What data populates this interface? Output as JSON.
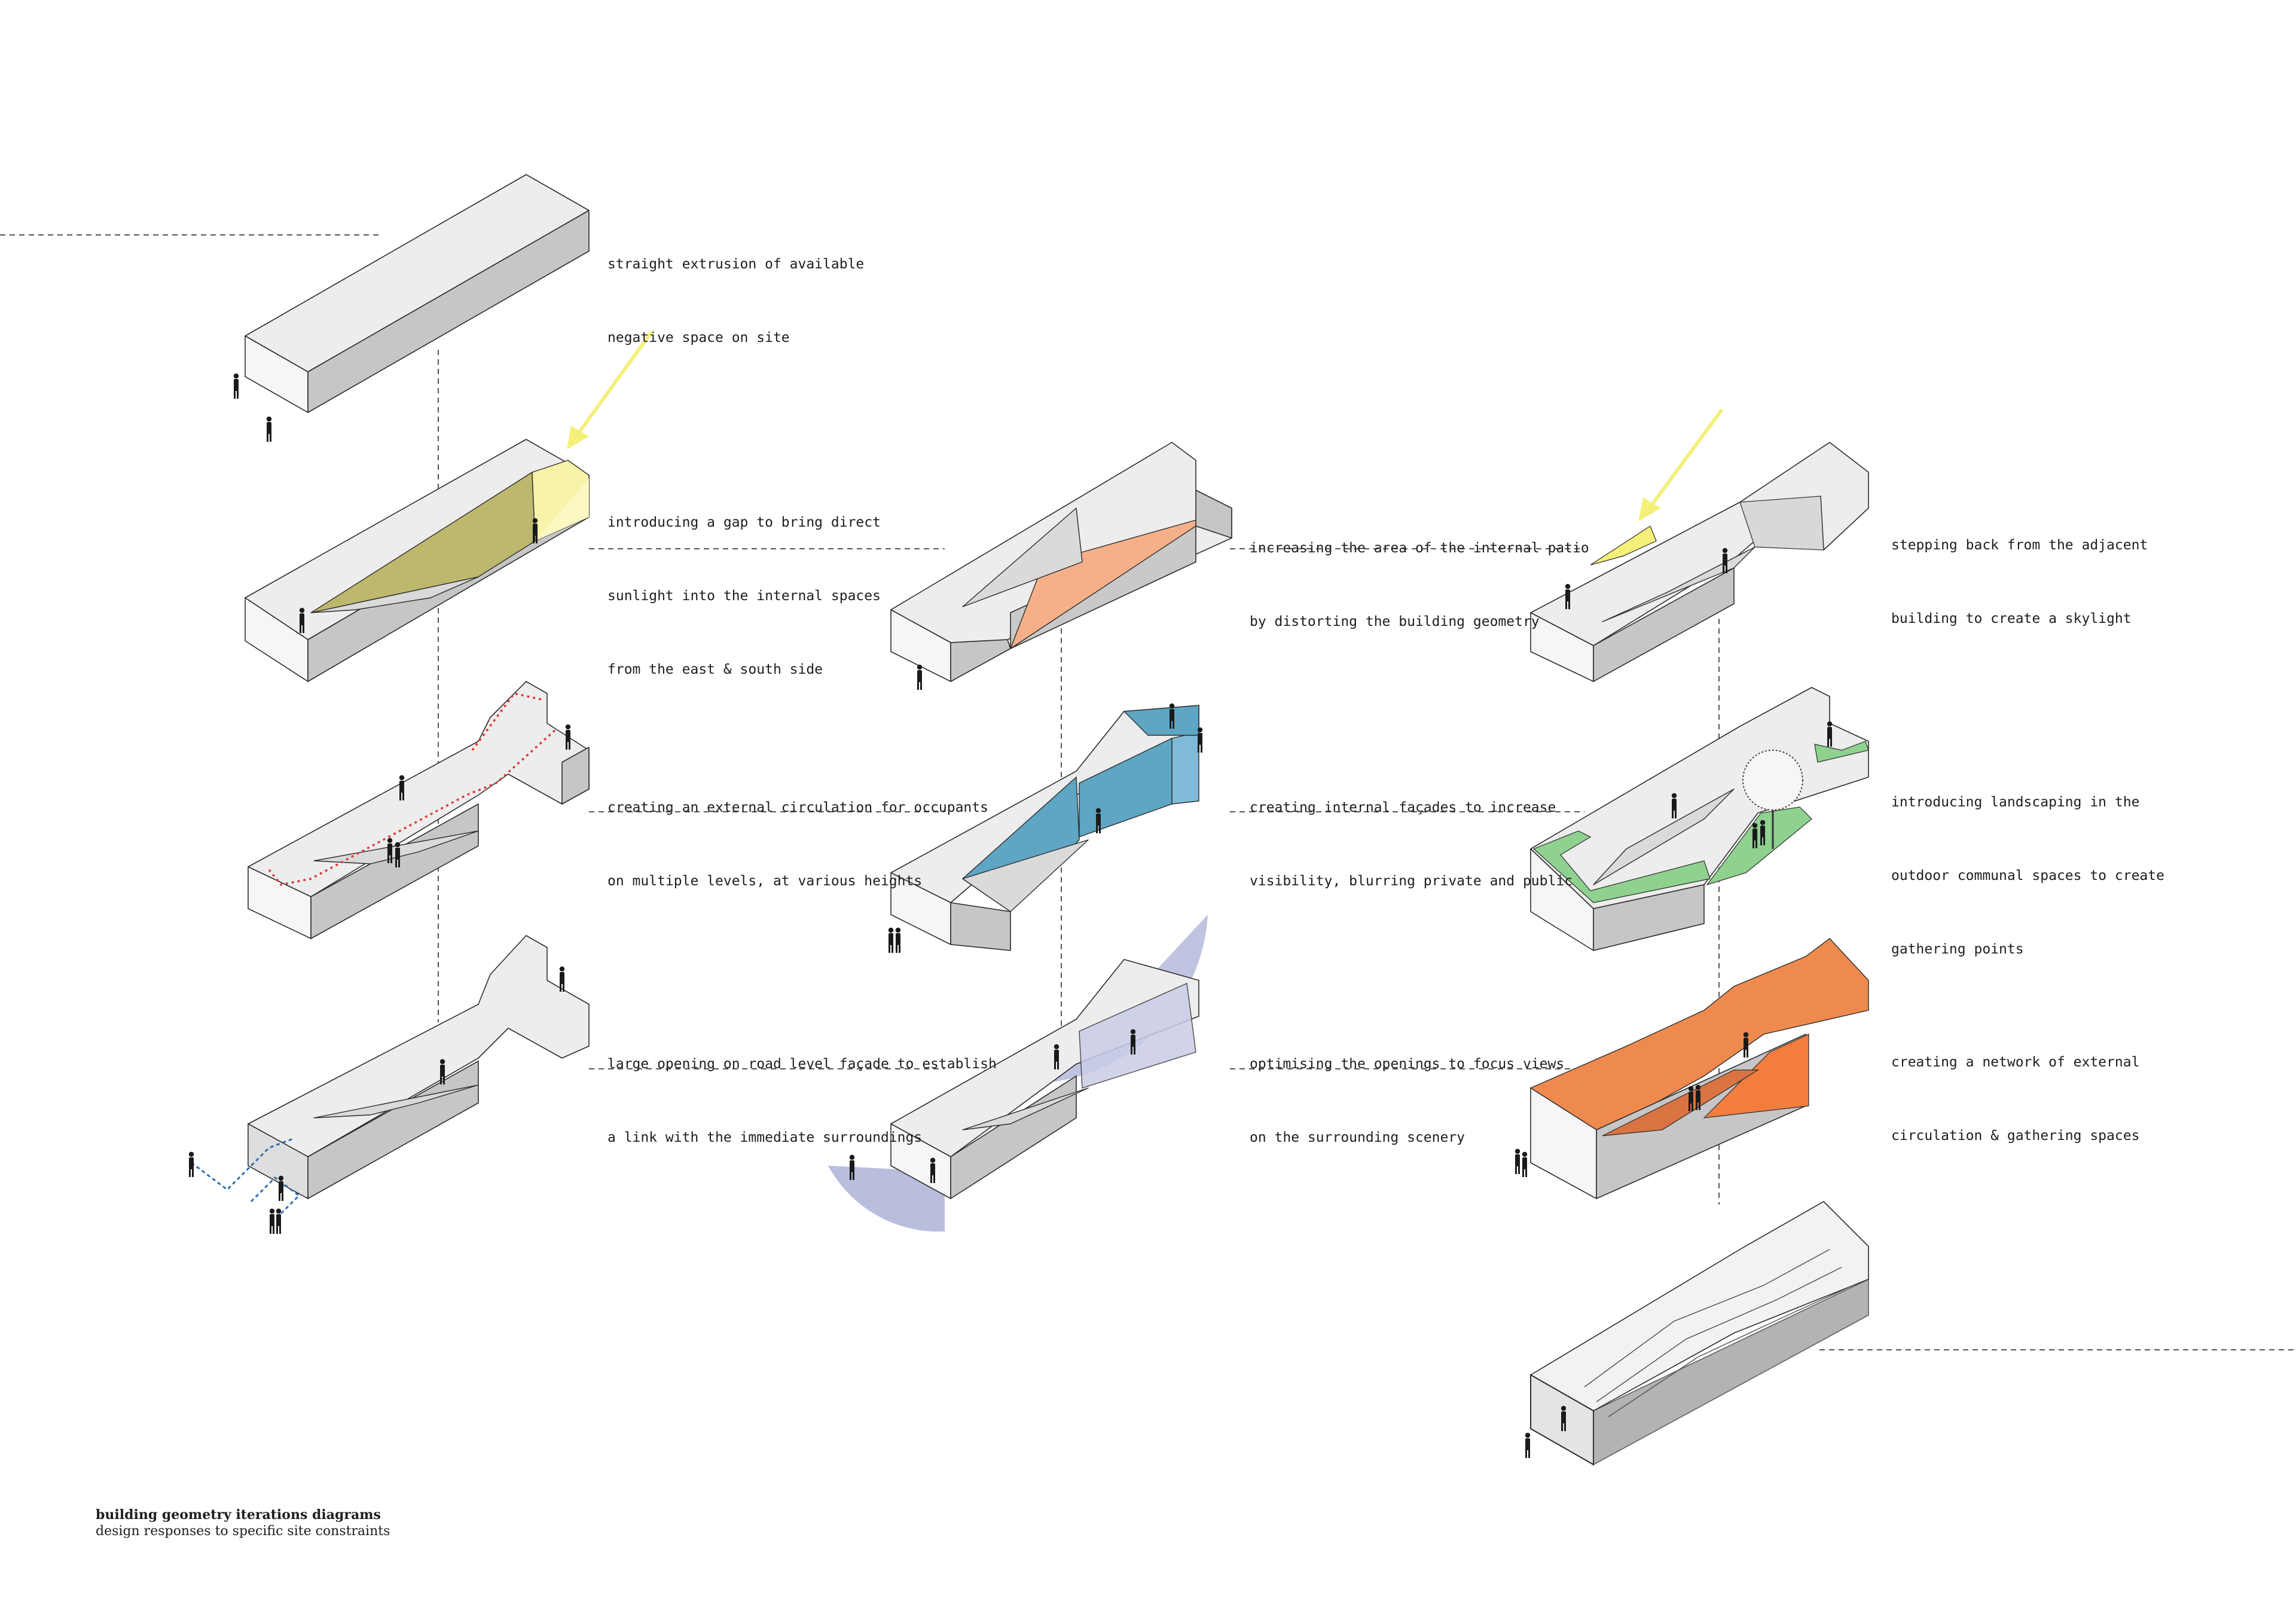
{
  "footer": {
    "title": "building geometry iterations diagrams",
    "subtitle": "design responses to specific site constraints"
  },
  "captions": [
    {
      "id": "c1",
      "lines": [
        "straight extrusion of available",
        "negative space on site"
      ]
    },
    {
      "id": "c2",
      "lines": [
        "introducing a gap to bring direct",
        "sunlight into the internal spaces",
        "from the east & south side"
      ]
    },
    {
      "id": "c3",
      "lines": [
        "creating an external circulation for occupants",
        "on multiple levels, at various heights"
      ]
    },
    {
      "id": "c4",
      "lines": [
        "large opening on road level façade to establish",
        "a link with the immediate surroundings"
      ]
    },
    {
      "id": "c5",
      "lines": [
        "increasing the area of the internal patio",
        "by distorting the building geometry"
      ]
    },
    {
      "id": "c6",
      "lines": [
        "creating internal façades to increase",
        "visibility, blurring private and public"
      ]
    },
    {
      "id": "c7",
      "lines": [
        "optimising the openings to focus views",
        "on the surrounding scenery"
      ]
    },
    {
      "id": "c8",
      "lines": [
        "stepping back from the adjacent",
        "building to create a skylight"
      ]
    },
    {
      "id": "c9",
      "lines": [
        "introducing landscaping in the",
        "outdoor communal spaces to create",
        "gathering points"
      ]
    },
    {
      "id": "c10",
      "lines": [
        "creating a network of external",
        "circulation & gathering spaces"
      ]
    }
  ],
  "colors": {
    "sunlight": "#f4f07a",
    "patio_gap": "#bdb86e",
    "patio_orange": "#f6b089",
    "facade_blue": "#5fa5c4",
    "view_cone": "#b9bedd",
    "landscape_green": "#8fd18f",
    "gathering_orange": "#ef8a4e",
    "circulation_red": "#e03a3a",
    "link_blue": "#2f6fb0"
  }
}
